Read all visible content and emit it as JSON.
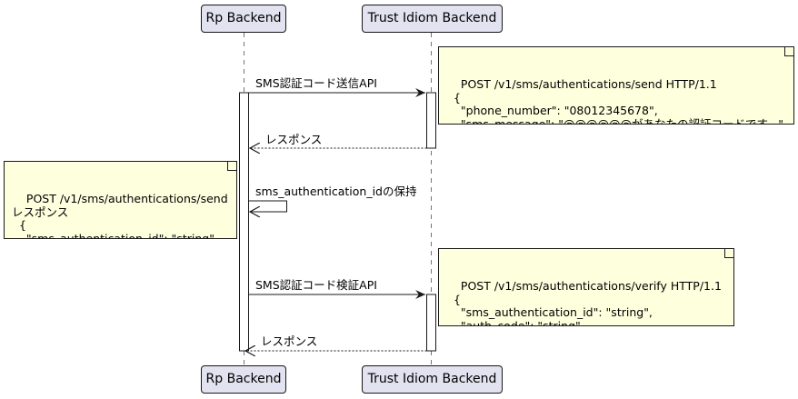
{
  "participants": {
    "rp": "Rp Backend",
    "trust": "Trust Idiom Backend"
  },
  "messages": {
    "send_api": "SMS認証コード送信API",
    "response_1": "レスポンス",
    "keep_id": "sms_authentication_idの保持",
    "verify_api": "SMS認証コード検証API",
    "response_2": "レスポンス"
  },
  "notes": {
    "send_request": "POST /v1/sms/authentications/send HTTP/1.1\n  {\n    \"phone_number\": \"08012345678\",\n    \"sms_message\": \"@@@@@@があなたの認証コードです。\"\n  }",
    "send_response": "POST /v1/sms/authentications/send\nレスポンス\n  {\n    \"sms_authentication_id\": \"string\"\n  }",
    "verify_request": "POST /v1/sms/authentications/verify HTTP/1.1\n  {\n    \"sms_authentication_id\": \"string\",\n    \"auth_code\": \"string\"\n  }"
  },
  "colors": {
    "participant_fill": "#E2E2F0",
    "note_fill": "#FEFFDD",
    "line": "#181818"
  }
}
